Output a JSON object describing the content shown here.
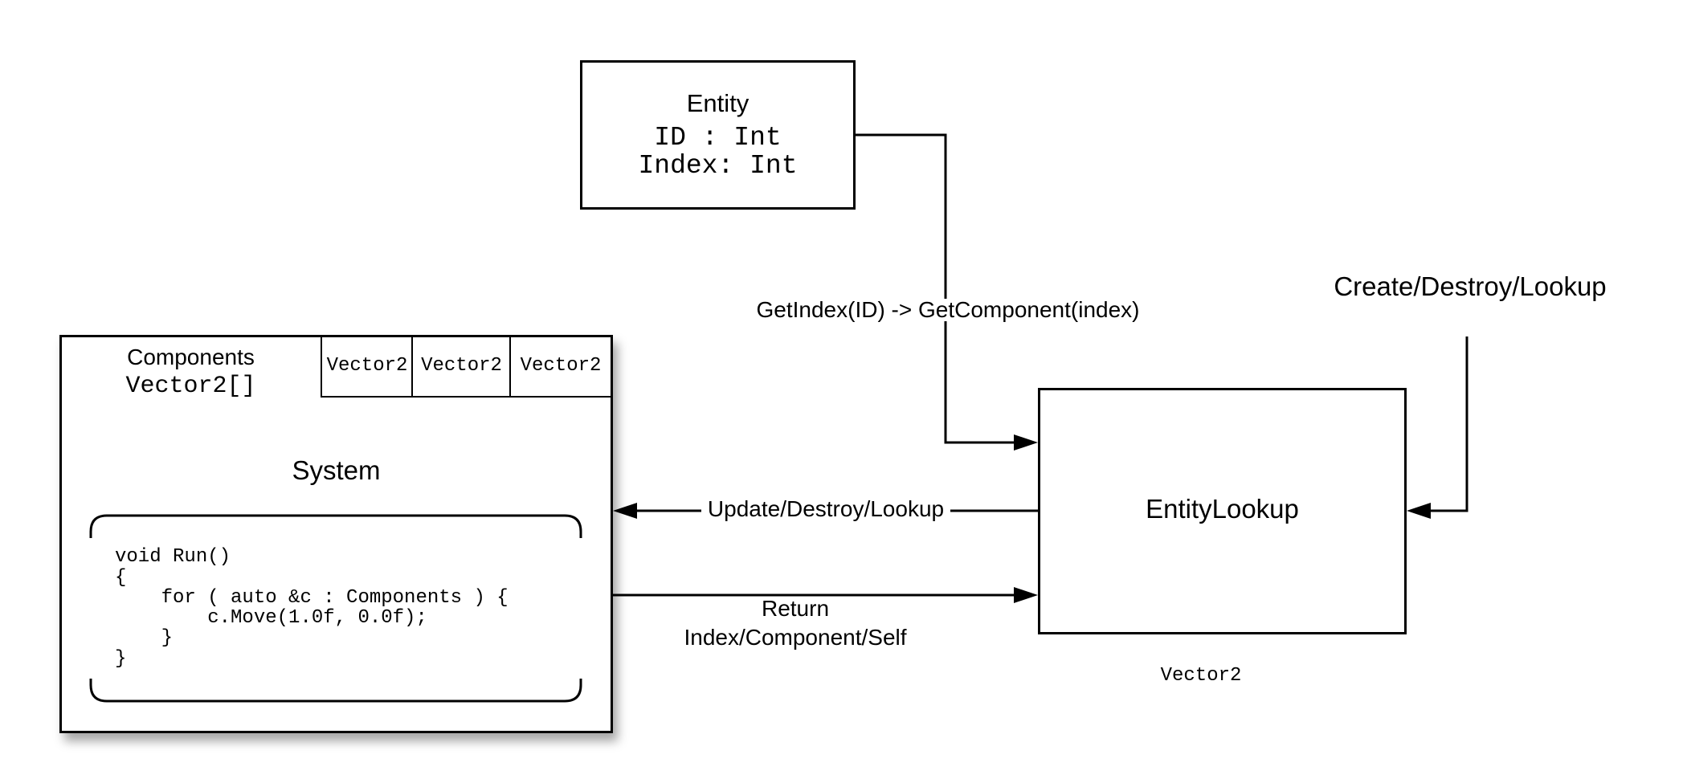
{
  "entity": {
    "title": "Entity",
    "id_field": "ID : Int",
    "index_field": "Index: Int"
  },
  "system_box": {
    "components_title": "Components",
    "components_type": "Vector2[]",
    "cells": [
      "Vector2",
      "Vector2",
      "Vector2"
    ],
    "label": "System",
    "code": [
      "void Run()",
      "{",
      "    for ( auto &c : Components ) {",
      "        c.Move(1.0f, 0.0f);",
      "    }",
      "}"
    ]
  },
  "entity_lookup": {
    "label": "EntityLookup",
    "caption": "Vector2"
  },
  "edges": {
    "getindex": "GetIndex(ID) -> GetComponent(index)",
    "create": "Create/Destroy/Lookup",
    "update": "Update/Destroy/Lookup",
    "return_line1": "Return",
    "return_line2": "Index/Component/Self"
  }
}
